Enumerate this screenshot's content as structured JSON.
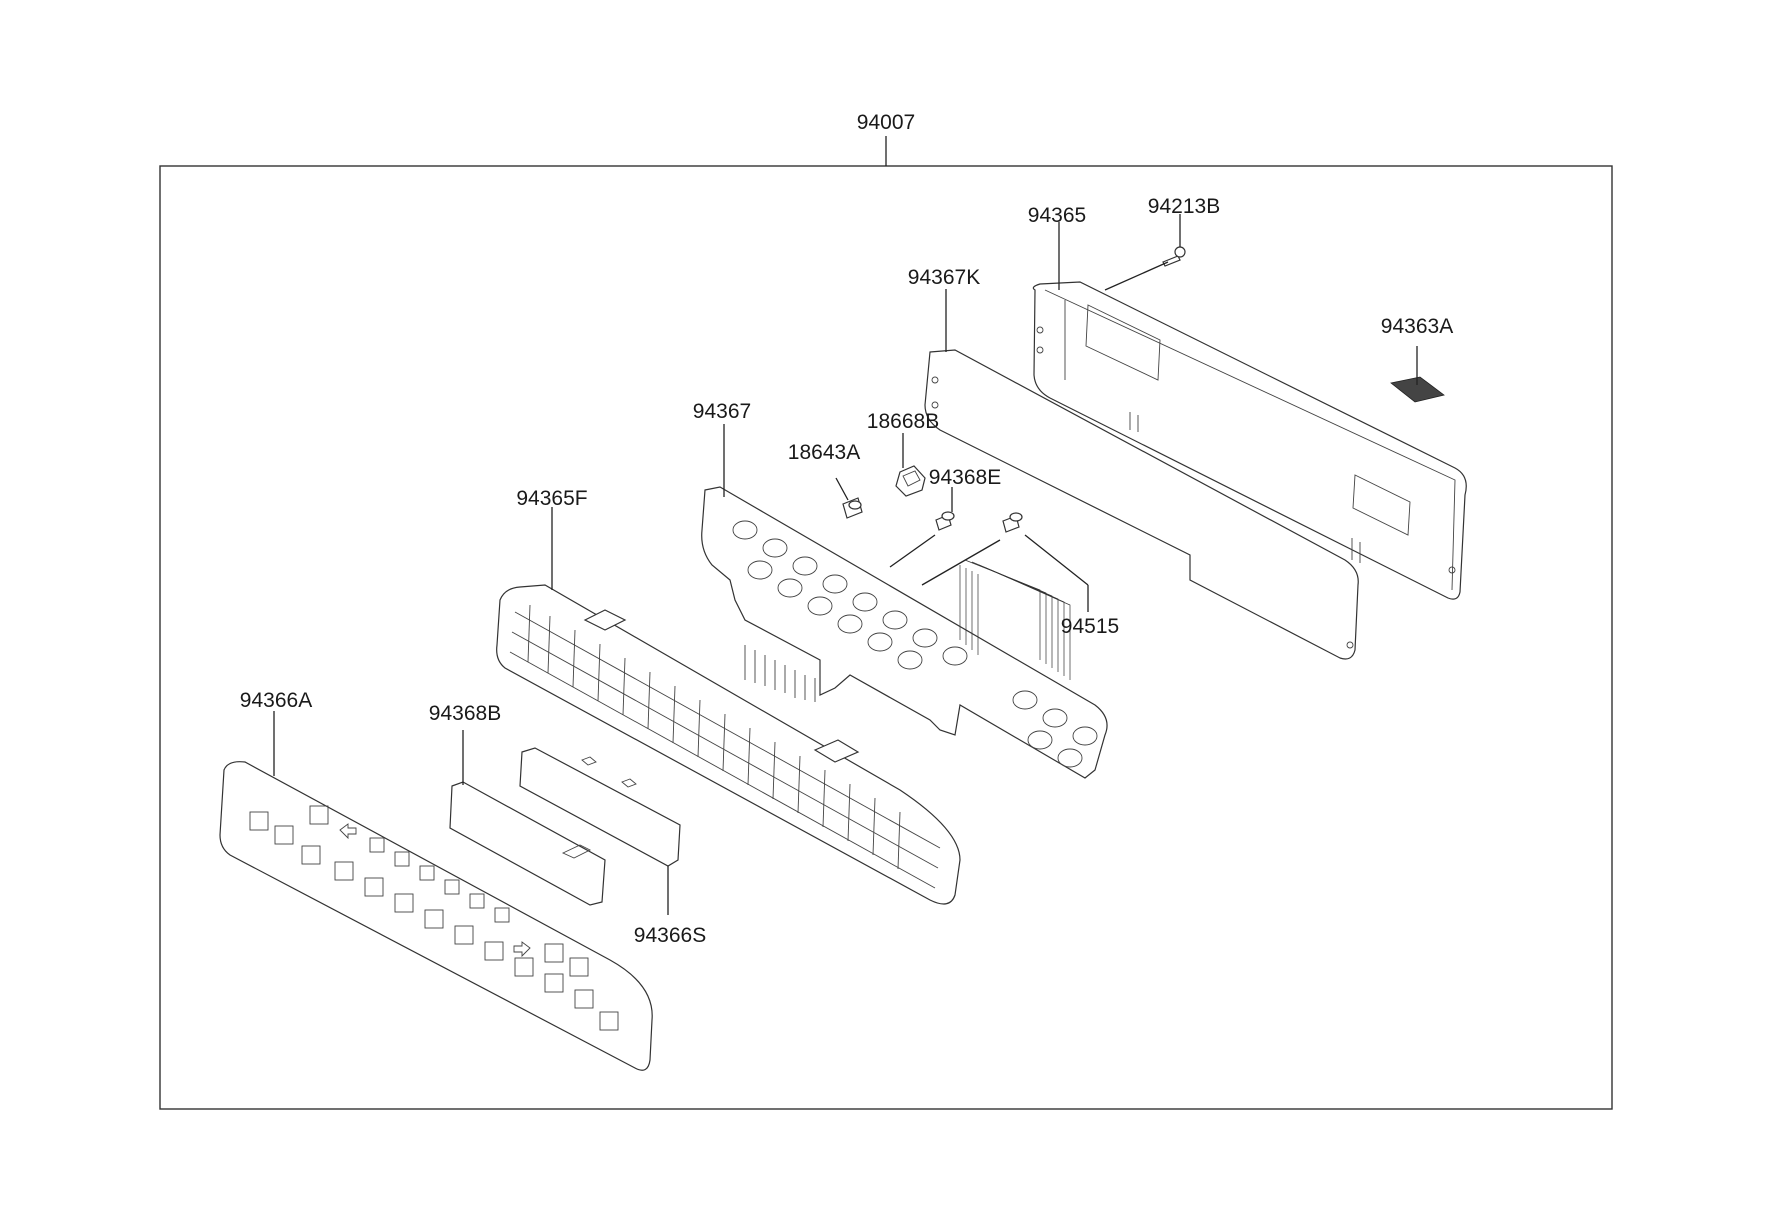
{
  "labels": {
    "assembly": "94007",
    "housing_rear": "94365",
    "screw": "94213B",
    "pcb_plate": "94367K",
    "pad": "94363A",
    "switch_pcb": "94367",
    "bulb_socket": "18668B",
    "bulb": "18643A",
    "lamp_a": "94368E",
    "lamp_b": "94515",
    "housing_front": "94365F",
    "front_panel": "94366A",
    "lens": "94368B",
    "button_strip": "94366S"
  }
}
